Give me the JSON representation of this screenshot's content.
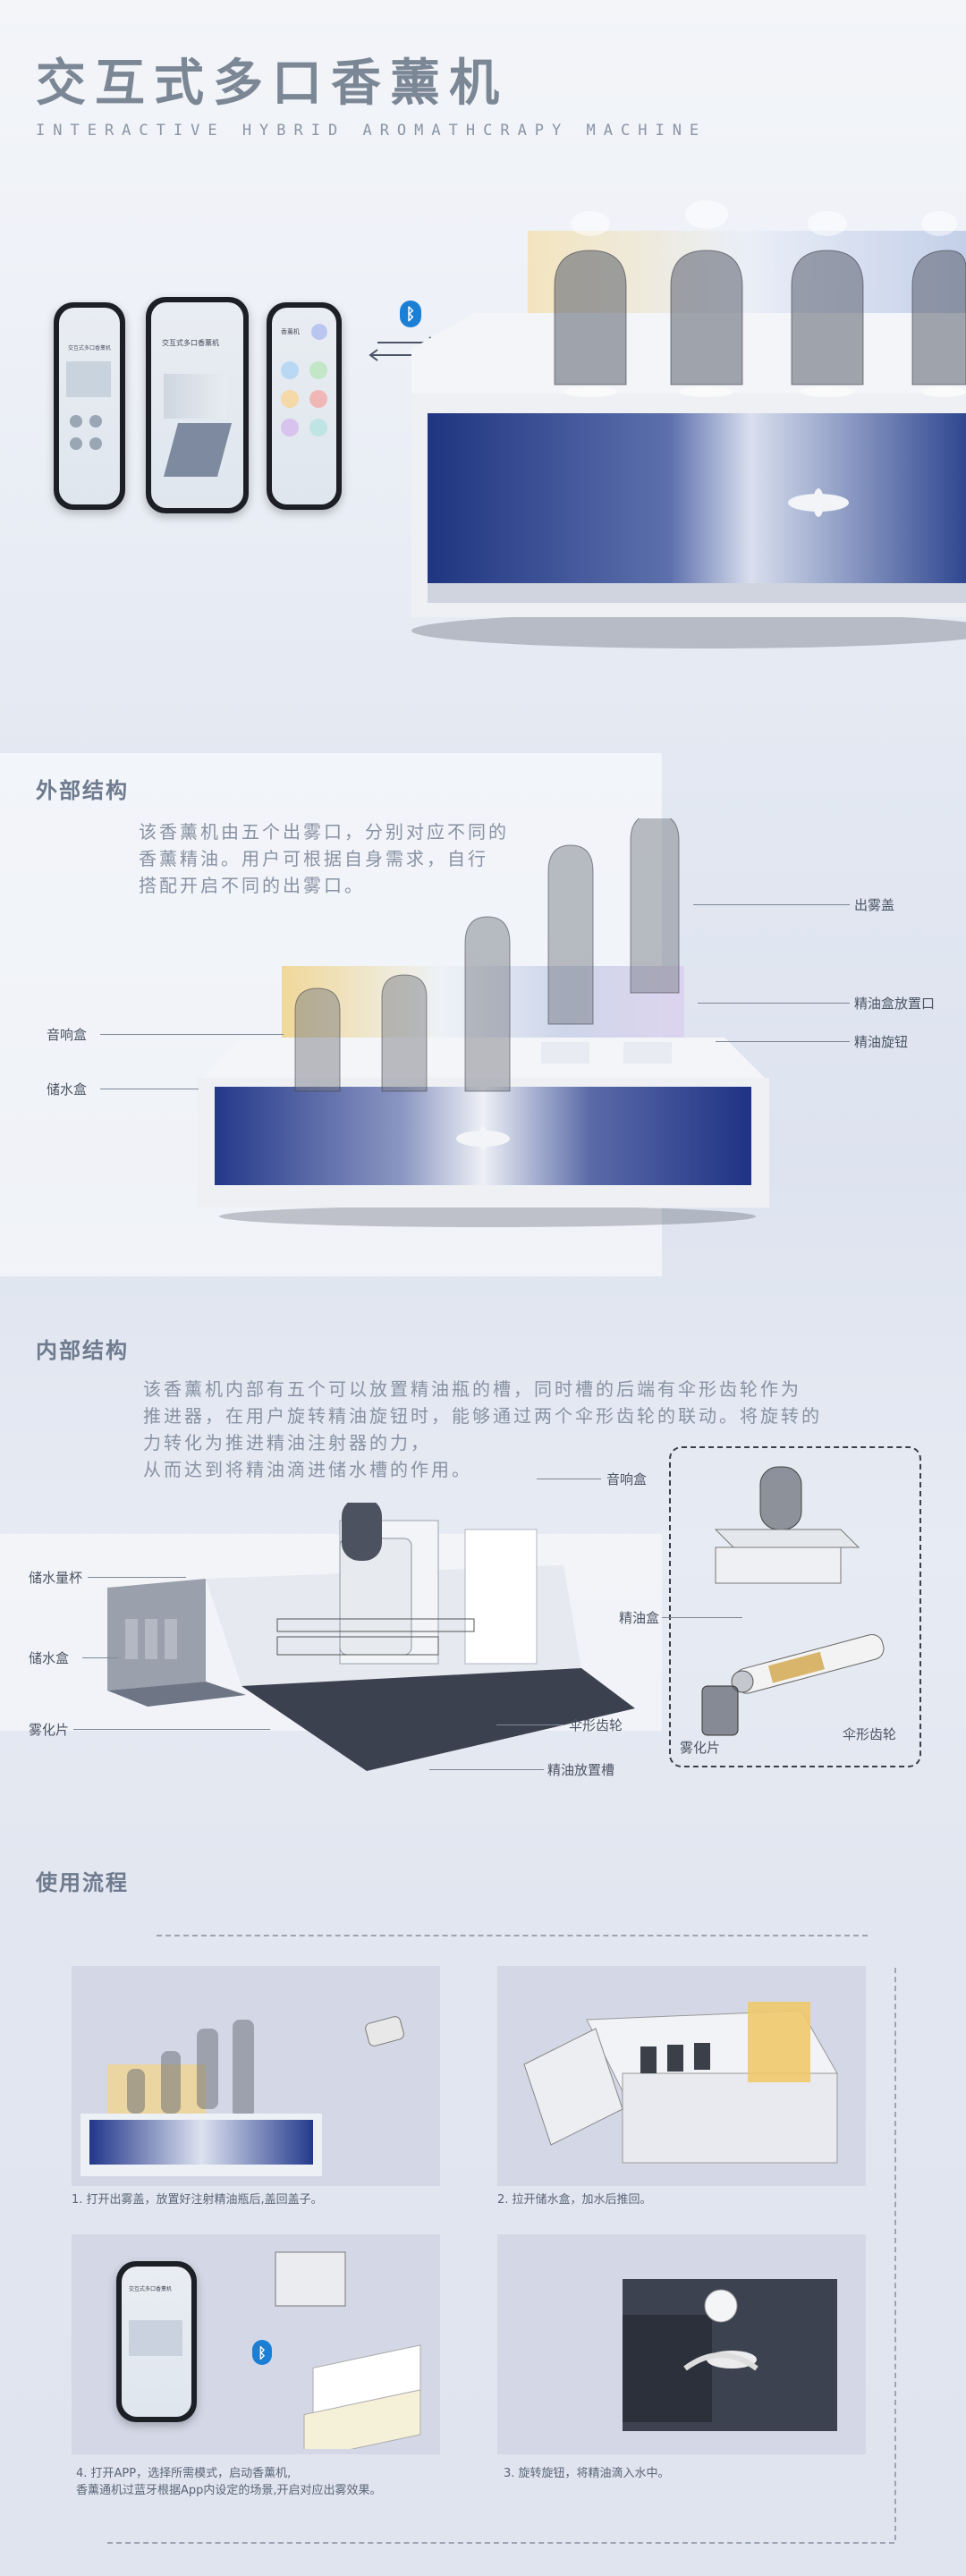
{
  "header": {
    "title": "交互式多口香薰机",
    "subtitle": "INTERACTIVE HYBRID AROMATHCRAPY MACHINE"
  },
  "hero": {
    "phone_texts": [
      "交互式多口香薰机",
      "交互式多口香薰机",
      "香薰机"
    ]
  },
  "external": {
    "heading": "外部结构",
    "description": [
      "该香薰机由五个出雾口，分别对应不同的",
      "香薰精油。用户可根据自身需求，自行",
      "搭配开启不同的出雾口。"
    ],
    "labels": {
      "mist_cover": "出雾盖",
      "oil_slot": "精油盒放置口",
      "oil_knob": "精油旋钮",
      "speaker": "音响盒",
      "water_box": "储水盒"
    }
  },
  "internal": {
    "heading": "内部结构",
    "description": [
      "该香薰机内部有五个可以放置精油瓶的槽，同时槽的后端有伞形齿轮作为",
      "推进器，在用户旋转精油旋钮时，能够通过两个伞形齿轮的联动。将旋转的",
      "力转化为推进精油注射器的力，",
      "从而达到将精油滴进储水槽的作用。"
    ],
    "labels": {
      "speaker": "音响盒",
      "water_cup": "储水量杯",
      "water_box": "储水盒",
      "atomizer": "雾化片",
      "bevel_gear": "伞形齿轮",
      "oil_groove": "精油放置槽",
      "oil_box": "精油盒",
      "atomizer_2": "雾化片",
      "bevel_gear_2": "伞形齿轮"
    }
  },
  "usage": {
    "heading": "使用流程",
    "steps": [
      {
        "caption": "1. 打开出雾盖，放置好注射精油瓶后,盖回盖子。"
      },
      {
        "caption": "2. 拉开储水盒，加水后推回。"
      },
      {
        "caption_lines": [
          "4. 打开APP，选择所需模式，启动香薰机,",
          "香薰通机过蓝牙根据App内设定的场景,开启对应出雾效果。"
        ]
      },
      {
        "caption": "3. 旋转旋钮，将精油滴入水中。"
      }
    ]
  },
  "colors": {
    "accent_blue": "#1f3f8c",
    "title_gray": "#7c8796",
    "bluetooth": "#1b7fd6"
  },
  "icons": [
    "bluetooth-icon",
    "double-arrow-icon",
    "moth-logo-icon"
  ]
}
